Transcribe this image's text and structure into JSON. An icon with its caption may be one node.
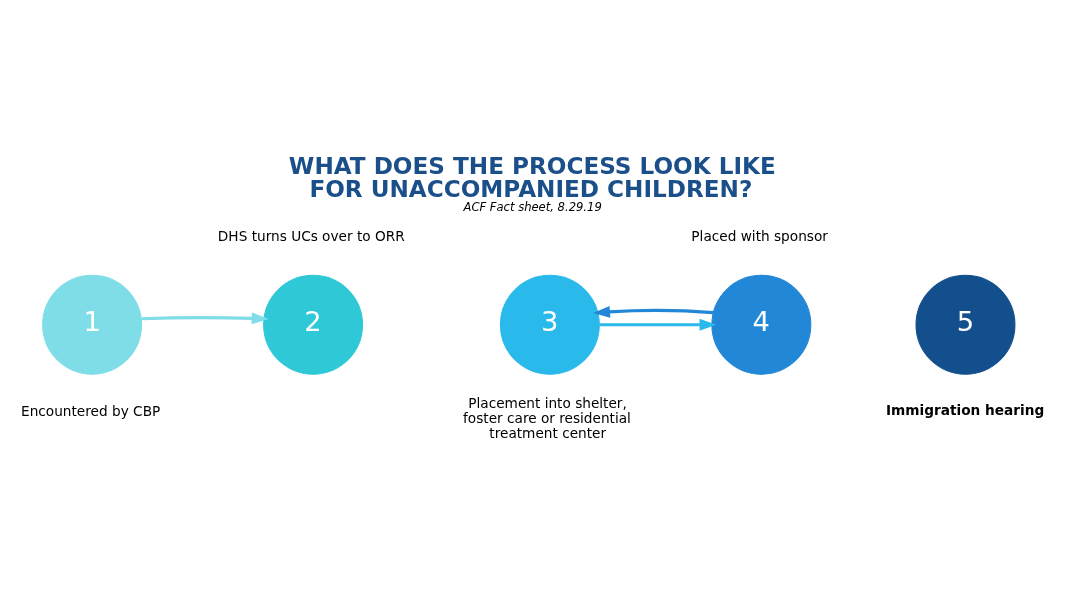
{
  "diagram": {
    "title": "WHAT DOES THE PROCESS LOOK LIKE FOR UNACCOMPANIED CHILDREN?",
    "caption": "ACF Fact sheet, 8.29.19",
    "nodes": [
      {
        "text": [
          "1"
        ],
        "beside": [
          "Encountered by CBP"
        ]
      },
      {
        "text": [
          "2"
        ],
        "beside": [
          "DHS turns UCs over to ORR"
        ]
      },
      {
        "text": [
          "3"
        ],
        "beside": [
          "Placement into shelter, foster care or residential treatment center"
        ]
      },
      {
        "text": [
          "4"
        ],
        "beside": [
          "Placed with sponsor"
        ]
      },
      {
        "text": [
          "5"
        ],
        "beside": [
          "Immigration hearing"
        ]
      }
    ],
    "edges": [
      {
        "from": 0,
        "to": 1,
        "arrow": "to",
        "color": "#7fdde8"
      },
      {
        "from": 2,
        "to": 3,
        "arrow": "to",
        "color": "#29b9ea"
      },
      {
        "from": 3,
        "to": 2,
        "arrow": "to",
        "color": "#2187d6"
      }
    ]
  }
}
